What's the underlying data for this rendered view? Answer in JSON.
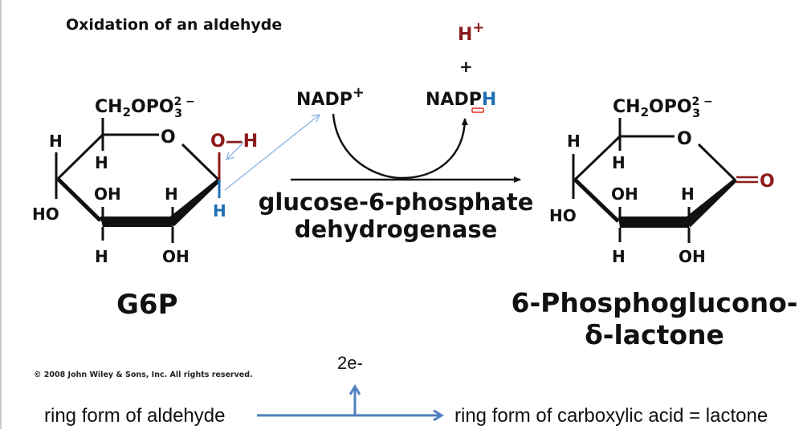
{
  "title": "Oxidation of an aldehyde",
  "colors": {
    "text": "#111111",
    "oxygen_red": "#8b1a1a",
    "hydrogen_blue": "#1f6fb5",
    "arrow_blue": "#4f81bd",
    "thin_arrow_blue": "#8db3e2",
    "highlight_red": "#e8281e"
  },
  "reactant": {
    "name": "G6P",
    "substituent": "CH2OPO3 2-",
    "substituent_parts": {
      "ch": "CH",
      "sub2": "2",
      "opo": "OPO",
      "sup": "2",
      "sub3": "3",
      "charge": "−"
    },
    "ring_oxygen": "O",
    "labels": {
      "h_top_left": "H",
      "h_c5": "H",
      "oh_c2": "OH",
      "h_c3": "H",
      "ho_c4": "HO",
      "h_c2_bottom": "H",
      "oh_c3_bottom": "OH"
    },
    "anomeric_oh": {
      "o": "O",
      "bond": "—",
      "h": "H"
    },
    "anomeric_h": "H"
  },
  "cofactors": {
    "nadp_plus": "NADP",
    "nadp_plus_charge": "+",
    "nadph_base": "NADP",
    "nadph_h": "H",
    "proton": "H",
    "proton_charge": "+",
    "plus": "+"
  },
  "enzyme": {
    "line1": "glucose-6-phosphate",
    "line2": "dehydrogenase"
  },
  "product": {
    "name_line1": "6-Phosphoglucono-",
    "name_line2": "δ-lactone",
    "substituent_parts": {
      "ch": "CH",
      "sub2": "2",
      "opo": "OPO",
      "sup": "2",
      "sub3": "3",
      "charge": "−"
    },
    "ring_oxygen": "O",
    "carbonyl_oxygen": "O",
    "labels": {
      "h_top_left": "H",
      "h_c5": "H",
      "oh_c2": "OH",
      "h_c3": "H",
      "ho_c4": "HO",
      "h_c2_bottom": "H",
      "oh_c3_bottom": "OH"
    }
  },
  "copyright": "© 2008 John Wiley & Sons, Inc. All rights reserved.",
  "annotation": {
    "electrons": "2e-",
    "left_label": "ring form of aldehyde",
    "right_label": "ring form of carboxylic acid = lactone"
  }
}
